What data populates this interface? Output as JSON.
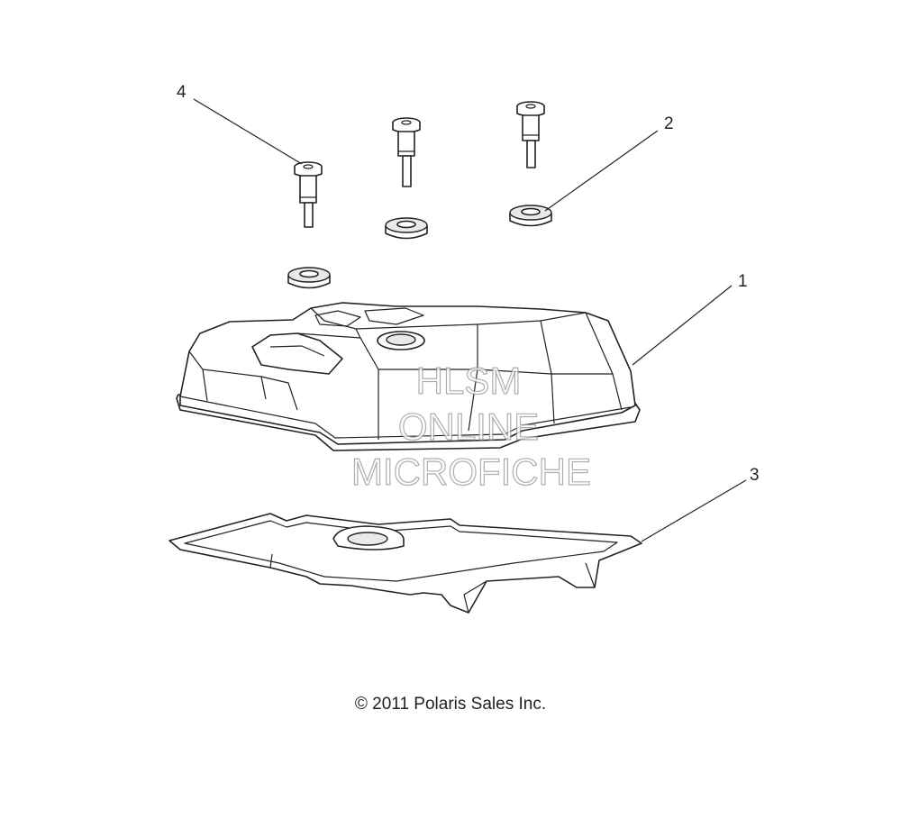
{
  "callouts": {
    "c1": "1",
    "c2": "2",
    "c3": "3",
    "c4": "4"
  },
  "watermark": {
    "line1": "HLSM",
    "line2": "ONLINE",
    "line3": "MICROFICHE"
  },
  "footer": {
    "copyright": "© 2011 Polaris Sales Inc."
  }
}
